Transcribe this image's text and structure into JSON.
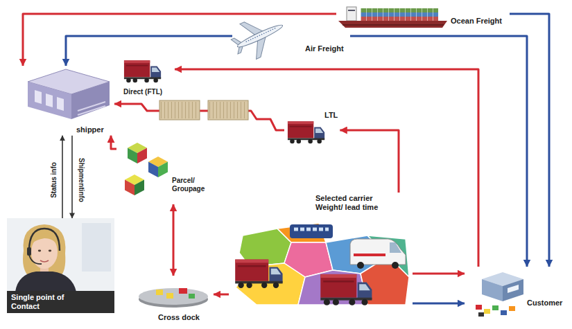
{
  "diagram": {
    "nodes": [
      {
        "text": [
          "Ocean Freight"
        ]
      },
      {
        "text": [
          "Air Freight"
        ]
      },
      {
        "text": [
          "shipper"
        ]
      },
      {
        "text": [
          "Direct (FTL)"
        ]
      },
      {
        "text": [
          "LTL"
        ]
      },
      {
        "text": [
          "Parcel/ Groupage"
        ]
      },
      {
        "text": [
          "Selected carrier Weight/ lead time"
        ]
      },
      {
        "text": [
          "Single point of Contact"
        ]
      },
      {
        "text": [
          "Cross dock"
        ]
      },
      {
        "text": [
          "Customer"
        ]
      }
    ],
    "edges": [
      {
        "from": 0,
        "to": 2,
        "arrow": "to"
      },
      {
        "from": 0,
        "to": 9,
        "arrow": "to"
      },
      {
        "from": 1,
        "to": 2,
        "arrow": "to"
      },
      {
        "from": 1,
        "to": 9,
        "arrow": "to"
      },
      {
        "from": 9,
        "to": 3,
        "arrow": "to"
      },
      {
        "from": 4,
        "to": 2,
        "arrow": "to"
      },
      {
        "from": 6,
        "to": 4,
        "arrow": "to"
      },
      {
        "from": 5,
        "to": 2,
        "arrow": "to"
      },
      {
        "from": 2,
        "to": 7,
        "label": "Shipmentinfo",
        "arrow": "to"
      },
      {
        "from": 7,
        "to": 2,
        "label": "Status info",
        "arrow": "to"
      },
      {
        "from": 5,
        "to": 8,
        "arrow": "both"
      },
      {
        "from": 6,
        "to": 8,
        "arrow": "to"
      },
      {
        "from": 6,
        "to": 9,
        "arrow": "to"
      },
      {
        "from": 6,
        "to": 9,
        "arrow": "to"
      }
    ]
  }
}
